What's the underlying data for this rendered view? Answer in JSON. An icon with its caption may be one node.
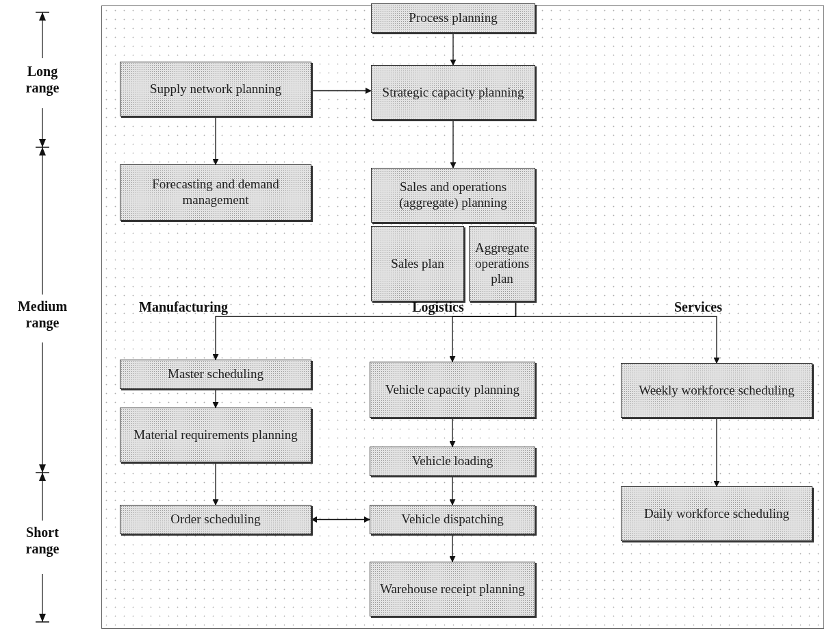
{
  "diagram": {
    "nodes": [
      {
        "text": [
          "Process planning"
        ]
      },
      {
        "text": [
          "Supply network planning"
        ]
      },
      {
        "text": [
          "Strategic capacity planning"
        ]
      },
      {
        "text": [
          "Forecasting and demand management"
        ]
      },
      {
        "text": [
          "Sales and operations (aggregate) planning"
        ]
      },
      {
        "text": [
          "Sales plan"
        ]
      },
      {
        "text": [
          "Aggregate operations plan"
        ]
      },
      {
        "text": [
          "Master scheduling"
        ]
      },
      {
        "text": [
          "Vehicle capacity planning"
        ]
      },
      {
        "text": [
          "Weekly workforce scheduling"
        ]
      },
      {
        "text": [
          "Material requirements planning"
        ]
      },
      {
        "text": [
          "Vehicle loading"
        ]
      },
      {
        "text": [
          "Daily workforce scheduling"
        ]
      },
      {
        "text": [
          "Order scheduling"
        ]
      },
      {
        "text": [
          "Vehicle dispatching"
        ]
      },
      {
        "text": [
          "Warehouse receipt planning"
        ]
      }
    ],
    "edges": [
      {
        "from": 0,
        "to": 2,
        "arrow": "to"
      },
      {
        "from": 1,
        "to": 2,
        "arrow": "to"
      },
      {
        "from": 1,
        "to": 3,
        "arrow": "to"
      },
      {
        "from": 2,
        "to": 4,
        "arrow": "to"
      },
      {
        "from": 6,
        "to": 7,
        "arrow": "to"
      },
      {
        "from": 6,
        "to": 8,
        "arrow": "to"
      },
      {
        "from": 6,
        "to": 9,
        "arrow": "to"
      },
      {
        "from": 7,
        "to": 10,
        "arrow": "to"
      },
      {
        "from": 10,
        "to": 13,
        "arrow": "to"
      },
      {
        "from": 13,
        "to": 14,
        "arrow": "both"
      },
      {
        "from": 8,
        "to": 11,
        "arrow": "to"
      },
      {
        "from": 11,
        "to": 14,
        "arrow": "to"
      },
      {
        "from": 14,
        "to": 15,
        "arrow": "to"
      },
      {
        "from": 9,
        "to": 12,
        "arrow": "to"
      }
    ],
    "labels": [
      "Long range",
      "Medium range",
      "Short range",
      "Manufacturing",
      "Logistics",
      "Services"
    ]
  }
}
